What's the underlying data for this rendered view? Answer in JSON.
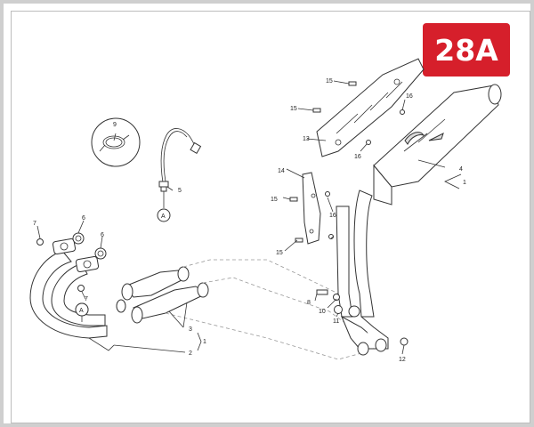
{
  "badge": {
    "label": "28A",
    "color": "#d61f2b"
  },
  "callouts": {
    "c1a": "1",
    "c1b": "1",
    "c2": "2",
    "c3": "3",
    "c4": "4",
    "c5": "5",
    "c6a": "6",
    "c6b": "6",
    "c7a": "7",
    "c7b": "7",
    "c8": "8",
    "c9": "9",
    "c10": "10",
    "c11": "11",
    "c12": "12",
    "c13": "13",
    "c14": "14",
    "c15a": "15",
    "c15b": "15",
    "c15c": "15",
    "c15d": "15",
    "c16a": "16",
    "c16b": "16",
    "c16c": "16",
    "refA1": "A",
    "refA2": "A"
  }
}
